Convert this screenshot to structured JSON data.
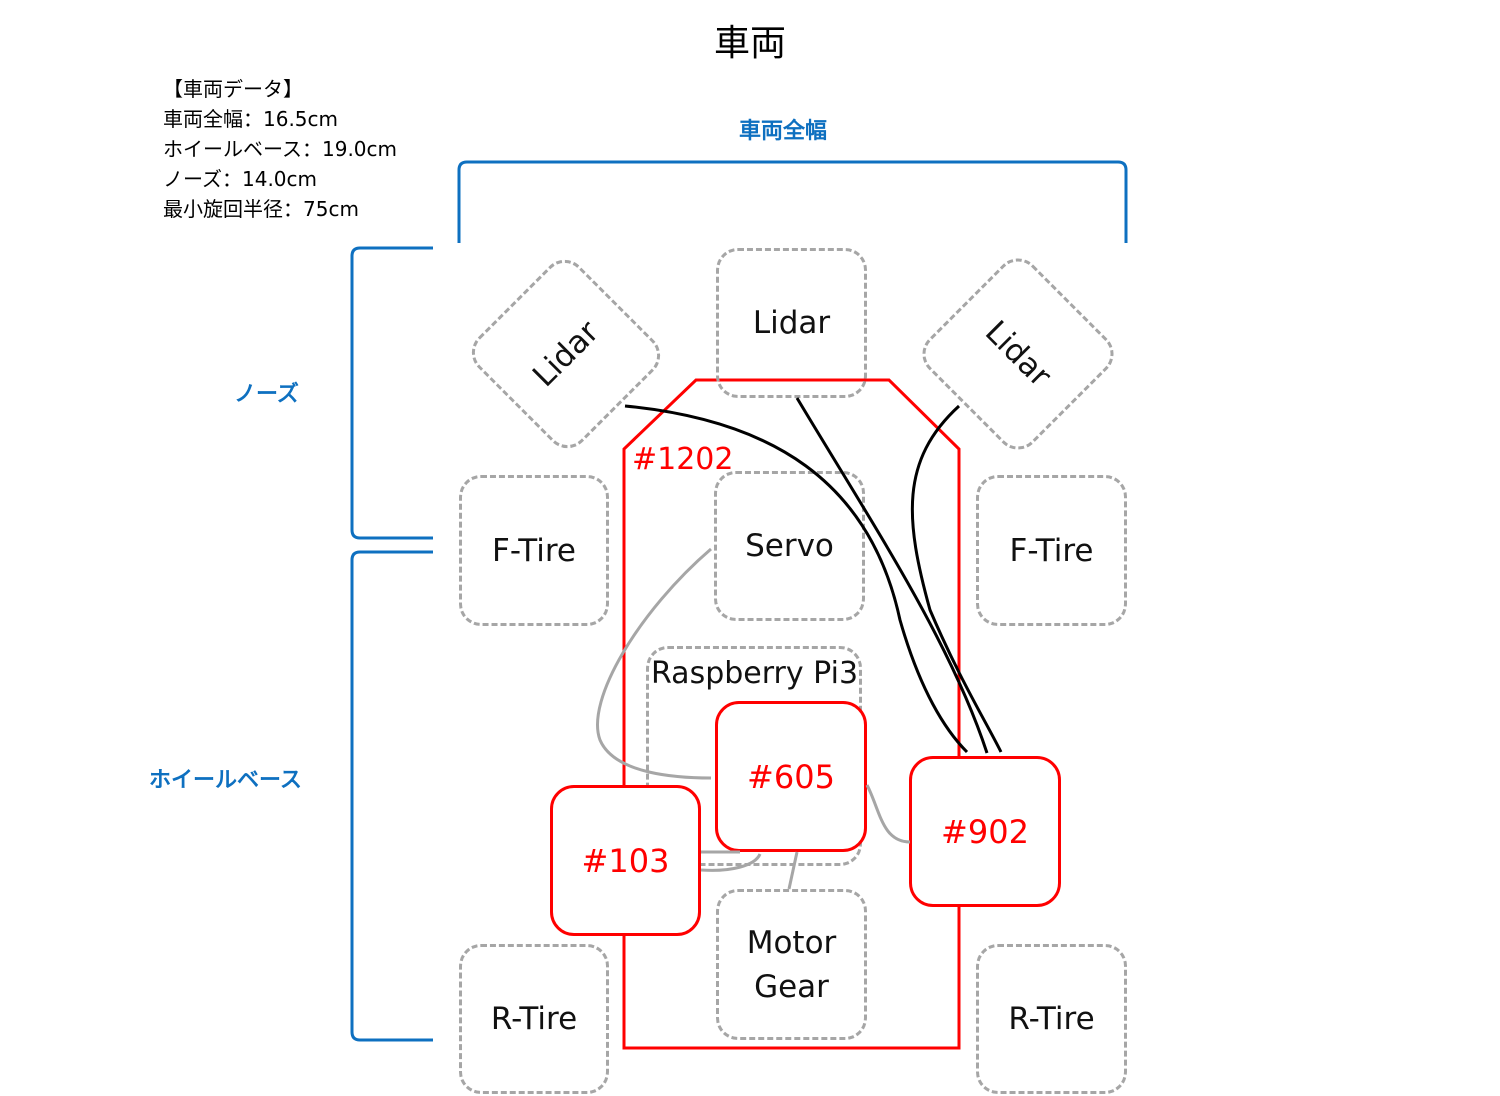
{
  "title": "車両",
  "specs": {
    "header": "【車両データ】",
    "lines": [
      "車両全幅：16.5cm",
      "ホイールベース：19.0cm",
      "ノーズ：14.0cm",
      "最小旋回半径：75cm"
    ]
  },
  "dimensions": {
    "width": "車両全幅",
    "nose": "ノーズ",
    "wheelbase": "ホイールベース"
  },
  "components": {
    "lidar_left": "Lidar",
    "lidar_center": "Lidar",
    "lidar_right": "Lidar",
    "tire_front_left": "F-Tire",
    "tire_front_right": "F-Tire",
    "tire_rear_left": "R-Tire",
    "tire_rear_right": "R-Tire",
    "servo": "Servo",
    "raspberry": "Raspberry Pi3",
    "motor": "Motor",
    "gear": "Gear"
  },
  "boards": {
    "chassis": "#1202",
    "b605": "#605",
    "b103": "#103",
    "b902": "#902"
  },
  "colors": {
    "dimension": "#0e70c0",
    "board": "#ff0000",
    "dashed": "#a6a6a6",
    "cable_black": "#000000",
    "cable_gray": "#a6a6a6"
  }
}
